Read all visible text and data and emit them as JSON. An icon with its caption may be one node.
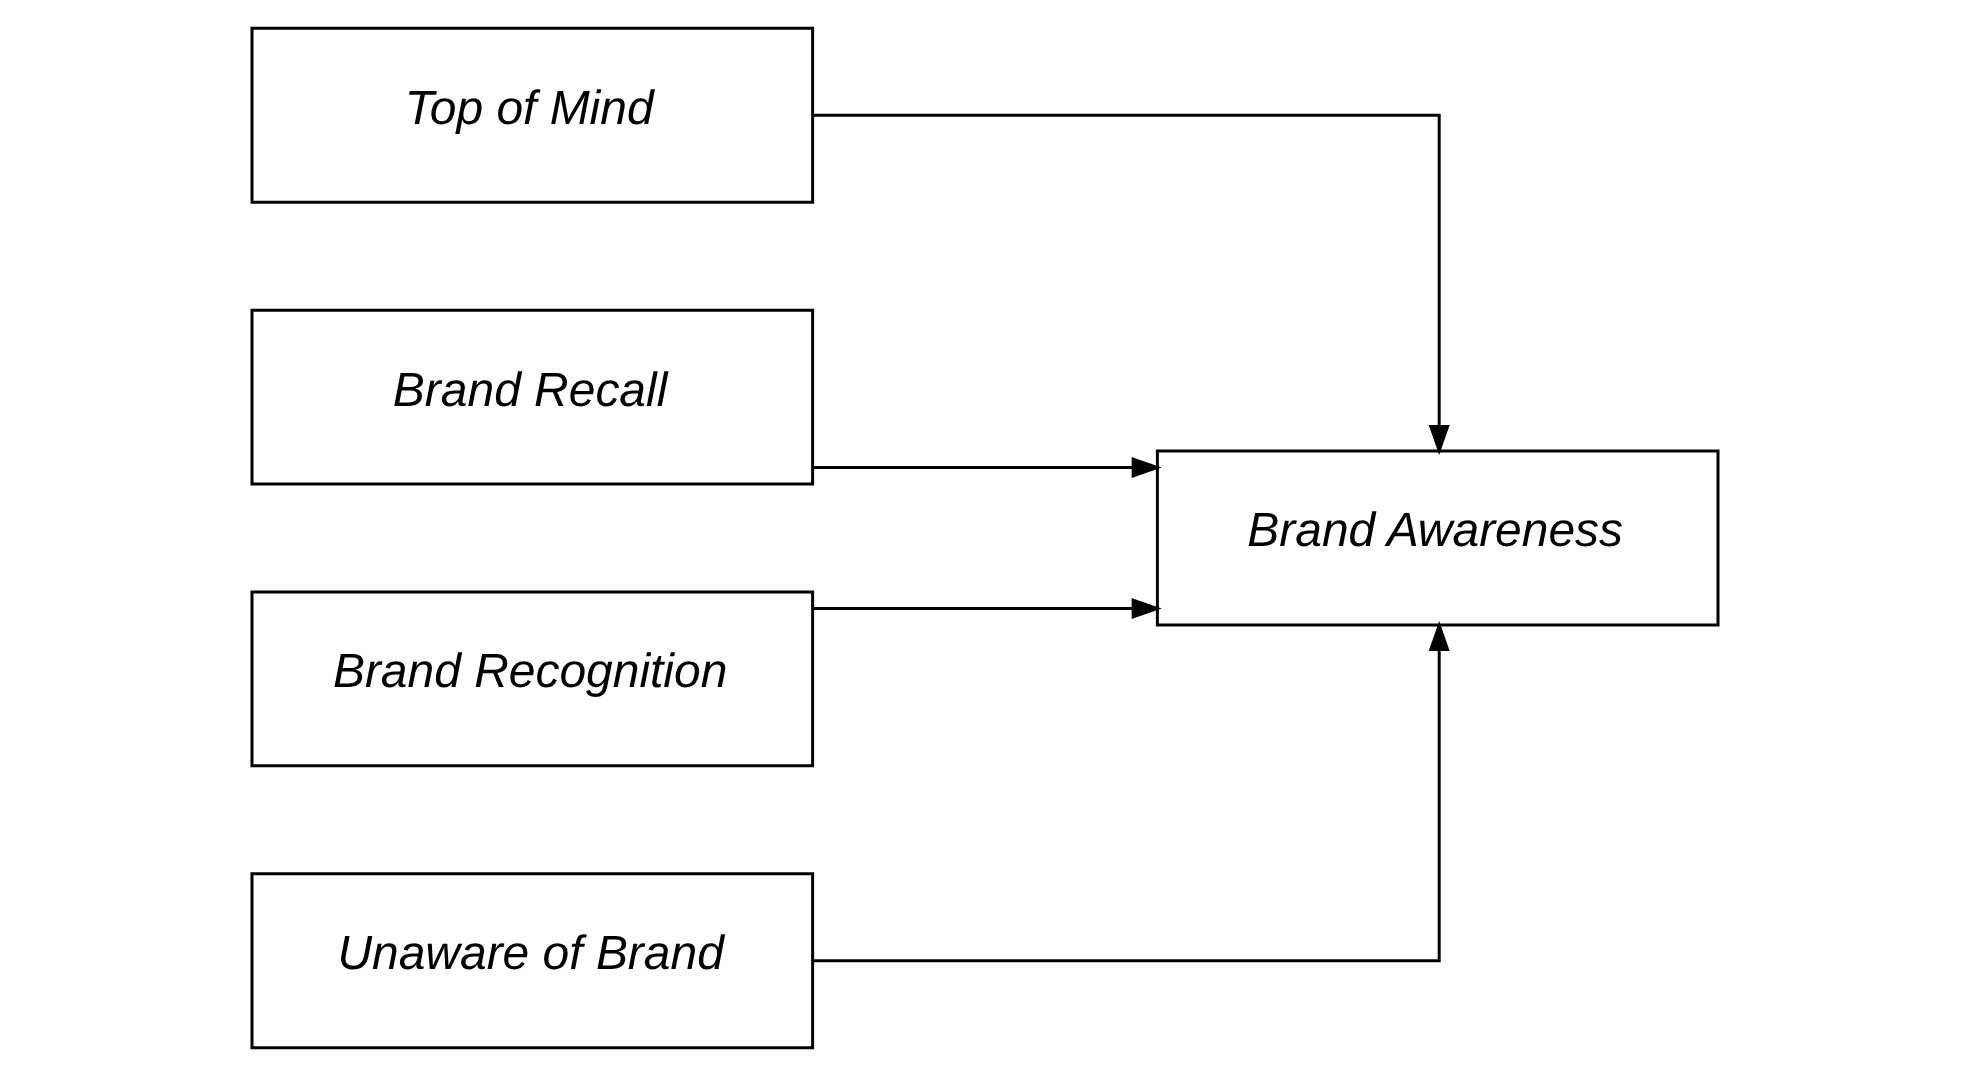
{
  "diagram": {
    "nodes": [
      {
        "text": [
          "Top of Mind"
        ]
      },
      {
        "text": [
          "Brand Recall"
        ]
      },
      {
        "text": [
          "Brand Recognition"
        ]
      },
      {
        "text": [
          "Unaware of Brand"
        ]
      },
      {
        "text": [
          "Brand Awareness"
        ]
      }
    ],
    "edges": [
      {
        "from": 0,
        "to": 4,
        "arrow": "to"
      },
      {
        "from": 1,
        "to": 4,
        "arrow": "to"
      },
      {
        "from": 2,
        "to": 4,
        "arrow": "to"
      },
      {
        "from": 3,
        "to": 4,
        "arrow": "to"
      }
    ]
  }
}
